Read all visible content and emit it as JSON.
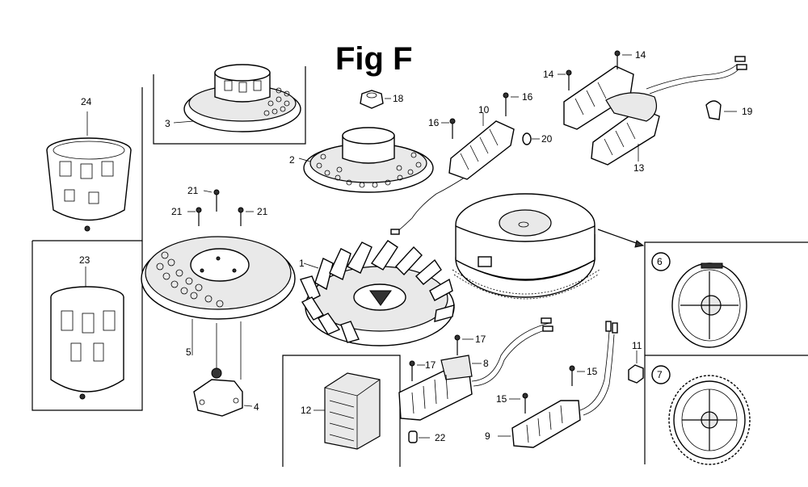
{
  "title": "Fig F",
  "callouts": {
    "p1": "1",
    "p2": "2",
    "p3": "3",
    "p4": "4",
    "p5": "5",
    "p6": "6",
    "p7": "7",
    "p8": "8",
    "p9": "9",
    "p10": "10",
    "p11": "11",
    "p12": "12",
    "p13": "13",
    "p14a": "14",
    "p14b": "14",
    "p15a": "15",
    "p15b": "15",
    "p16a": "16",
    "p16b": "16",
    "p17a": "17",
    "p17b": "17",
    "p18": "18",
    "p19": "19",
    "p20": "20",
    "p21a": "21",
    "p21b": "21",
    "p21c": "21",
    "p22": "22",
    "p23": "23",
    "p24": "24"
  }
}
